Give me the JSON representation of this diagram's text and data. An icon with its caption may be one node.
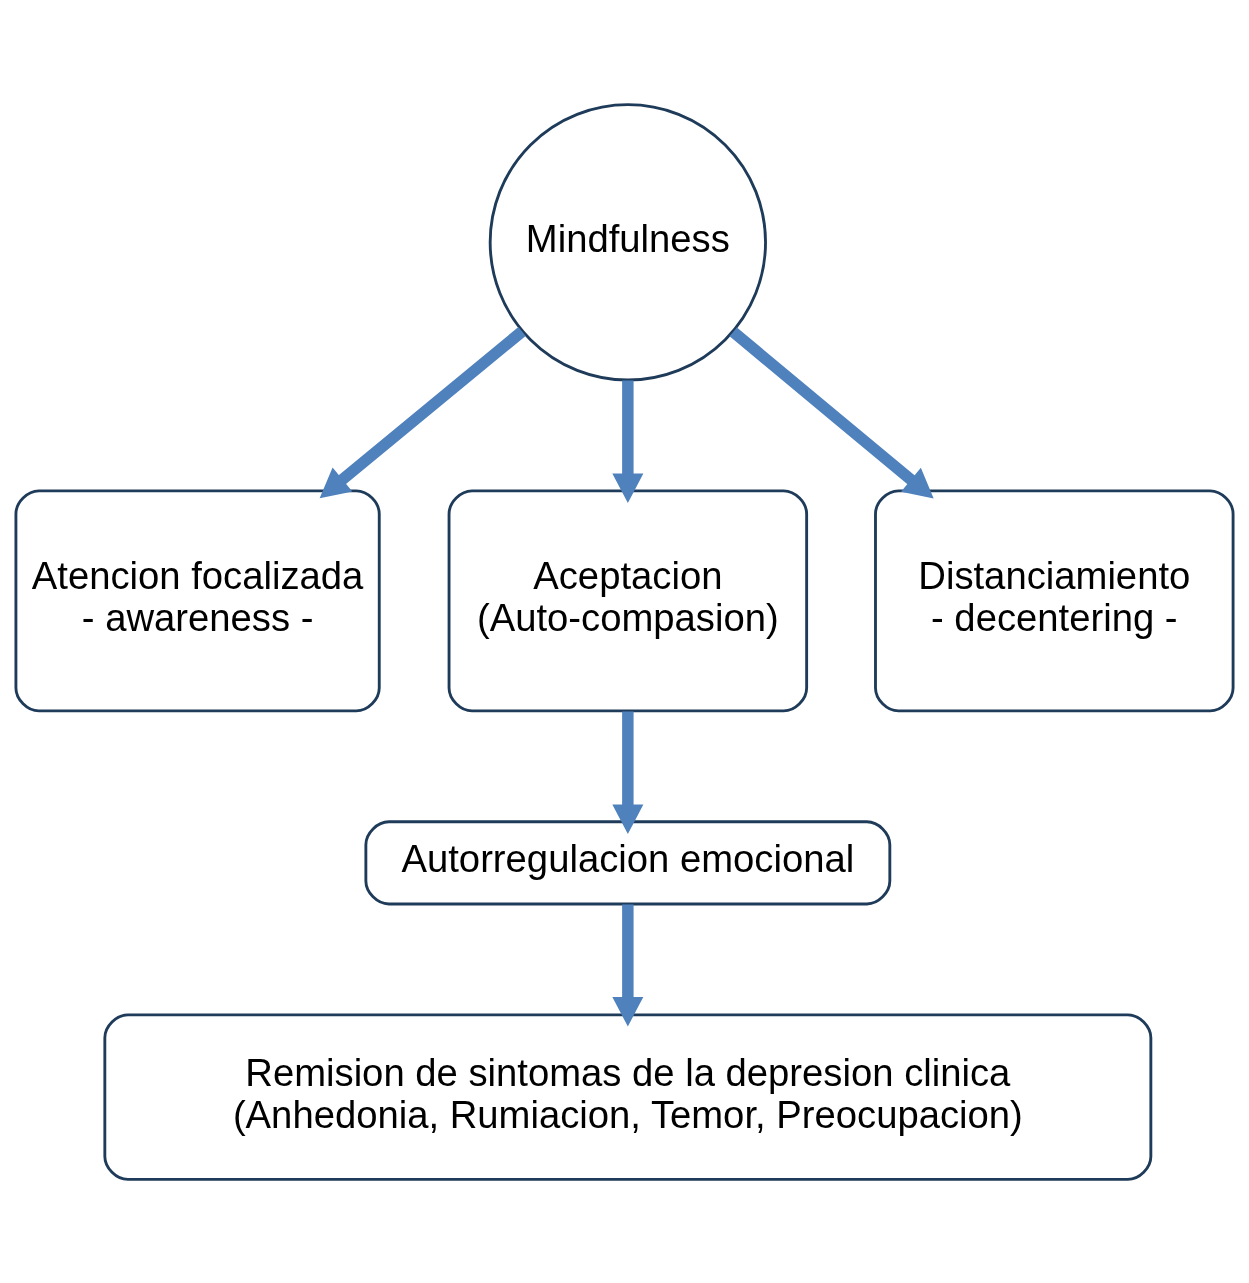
{
  "diagram": {
    "nodes": [
      {
        "text": [
          "Mindfulness"
        ]
      },
      {
        "text": [
          "Atencion focalizada",
          "- awareness -"
        ]
      },
      {
        "text": [
          "Aceptacion",
          "(Auto-compasion)"
        ]
      },
      {
        "text": [
          "Distanciamiento",
          "- decentering -"
        ]
      },
      {
        "text": [
          "Autorregulacion emocional"
        ]
      },
      {
        "text": [
          "Remision de sintomas de la depresion clinica",
          "(Anhedonia, Rumiacion, Temor, Preocupacion)"
        ]
      }
    ],
    "edges": [
      {
        "from": 0,
        "to": 1,
        "arrow": "to"
      },
      {
        "from": 0,
        "to": 2,
        "arrow": "to"
      },
      {
        "from": 0,
        "to": 3,
        "arrow": "to"
      },
      {
        "from": 2,
        "to": 4,
        "arrow": "to"
      },
      {
        "from": 4,
        "to": 5,
        "arrow": "to"
      }
    ]
  }
}
